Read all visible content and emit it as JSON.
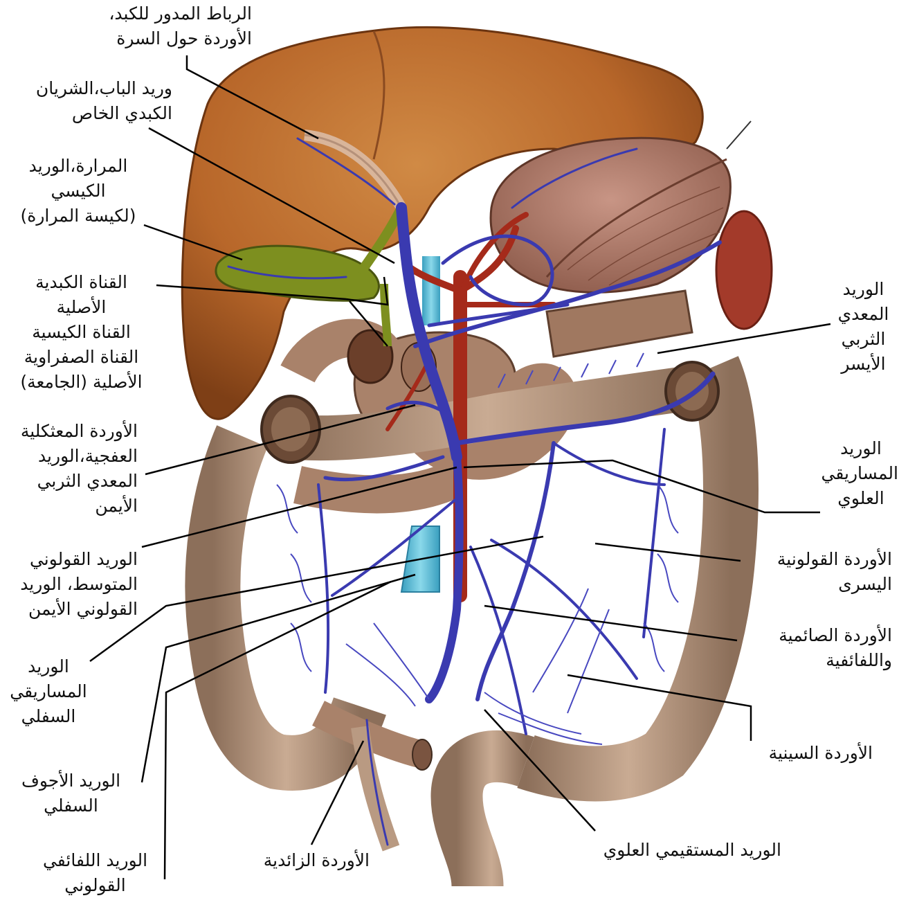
{
  "colors": {
    "liver": "#b8672a",
    "liver_dark": "#8a4518",
    "stomach": "#a87060",
    "colon": "#b99a82",
    "colon_dark": "#8c6f5a",
    "small_intestine": "#a9826a",
    "gallbladder": "#7d8f1f",
    "vein": "#3a3ab0",
    "artery": "#a52a1a",
    "ivc": "#4fb5cf",
    "spleen": "#a33a2a",
    "leader_line": "#000000"
  },
  "labels": {
    "falciform": [
      "الرباط المدور للكبد،",
      "الأوردة حول السرة"
    ],
    "portal": [
      "وريد الباب،الشريان",
      "الكبدي الخاص"
    ],
    "gallbladder": [
      "المرارة،الوريد",
      "الكيسي",
      "(لكيسة المرارة)"
    ],
    "ducts": [
      "القناة الكبدية",
      "الأصلية",
      "القناة الكيسية",
      "القناة الصفراوية",
      "الأصلية (الجامعة)"
    ],
    "pancreatico": [
      "الأوردة المعثكلية",
      "العفجية،الوريد",
      "المعدي الثربي",
      "الأيمن"
    ],
    "middle_colic": [
      "الوريد القولوني",
      "المتوسط، الوريد",
      "القولوني الأيمن"
    ],
    "inferior_mesenteric": [
      "الوريد",
      "المساريقي",
      "السفلي"
    ],
    "ivc": [
      "الوريد الأجوف",
      "السفلي"
    ],
    "ileocolic": [
      "الوريد اللفائفي",
      "القولوني"
    ],
    "appendicular": [
      "الأوردة الزائدية"
    ],
    "superior_rectal": [
      "الوريد المستقيمي العلوي"
    ],
    "sigmoid": [
      "الأوردة السينية"
    ],
    "jejunal": [
      "الأوردة الصائمية",
      "واللفائفية"
    ],
    "left_colic": [
      "الأوردة القولونية",
      "اليسرى"
    ],
    "superior_mesenteric": [
      "الوريد",
      "المساريقي",
      "العلوي"
    ],
    "left_gastroepiploic": [
      "الوريد",
      "المعدي",
      "الثربي",
      "الأيسر"
    ]
  }
}
